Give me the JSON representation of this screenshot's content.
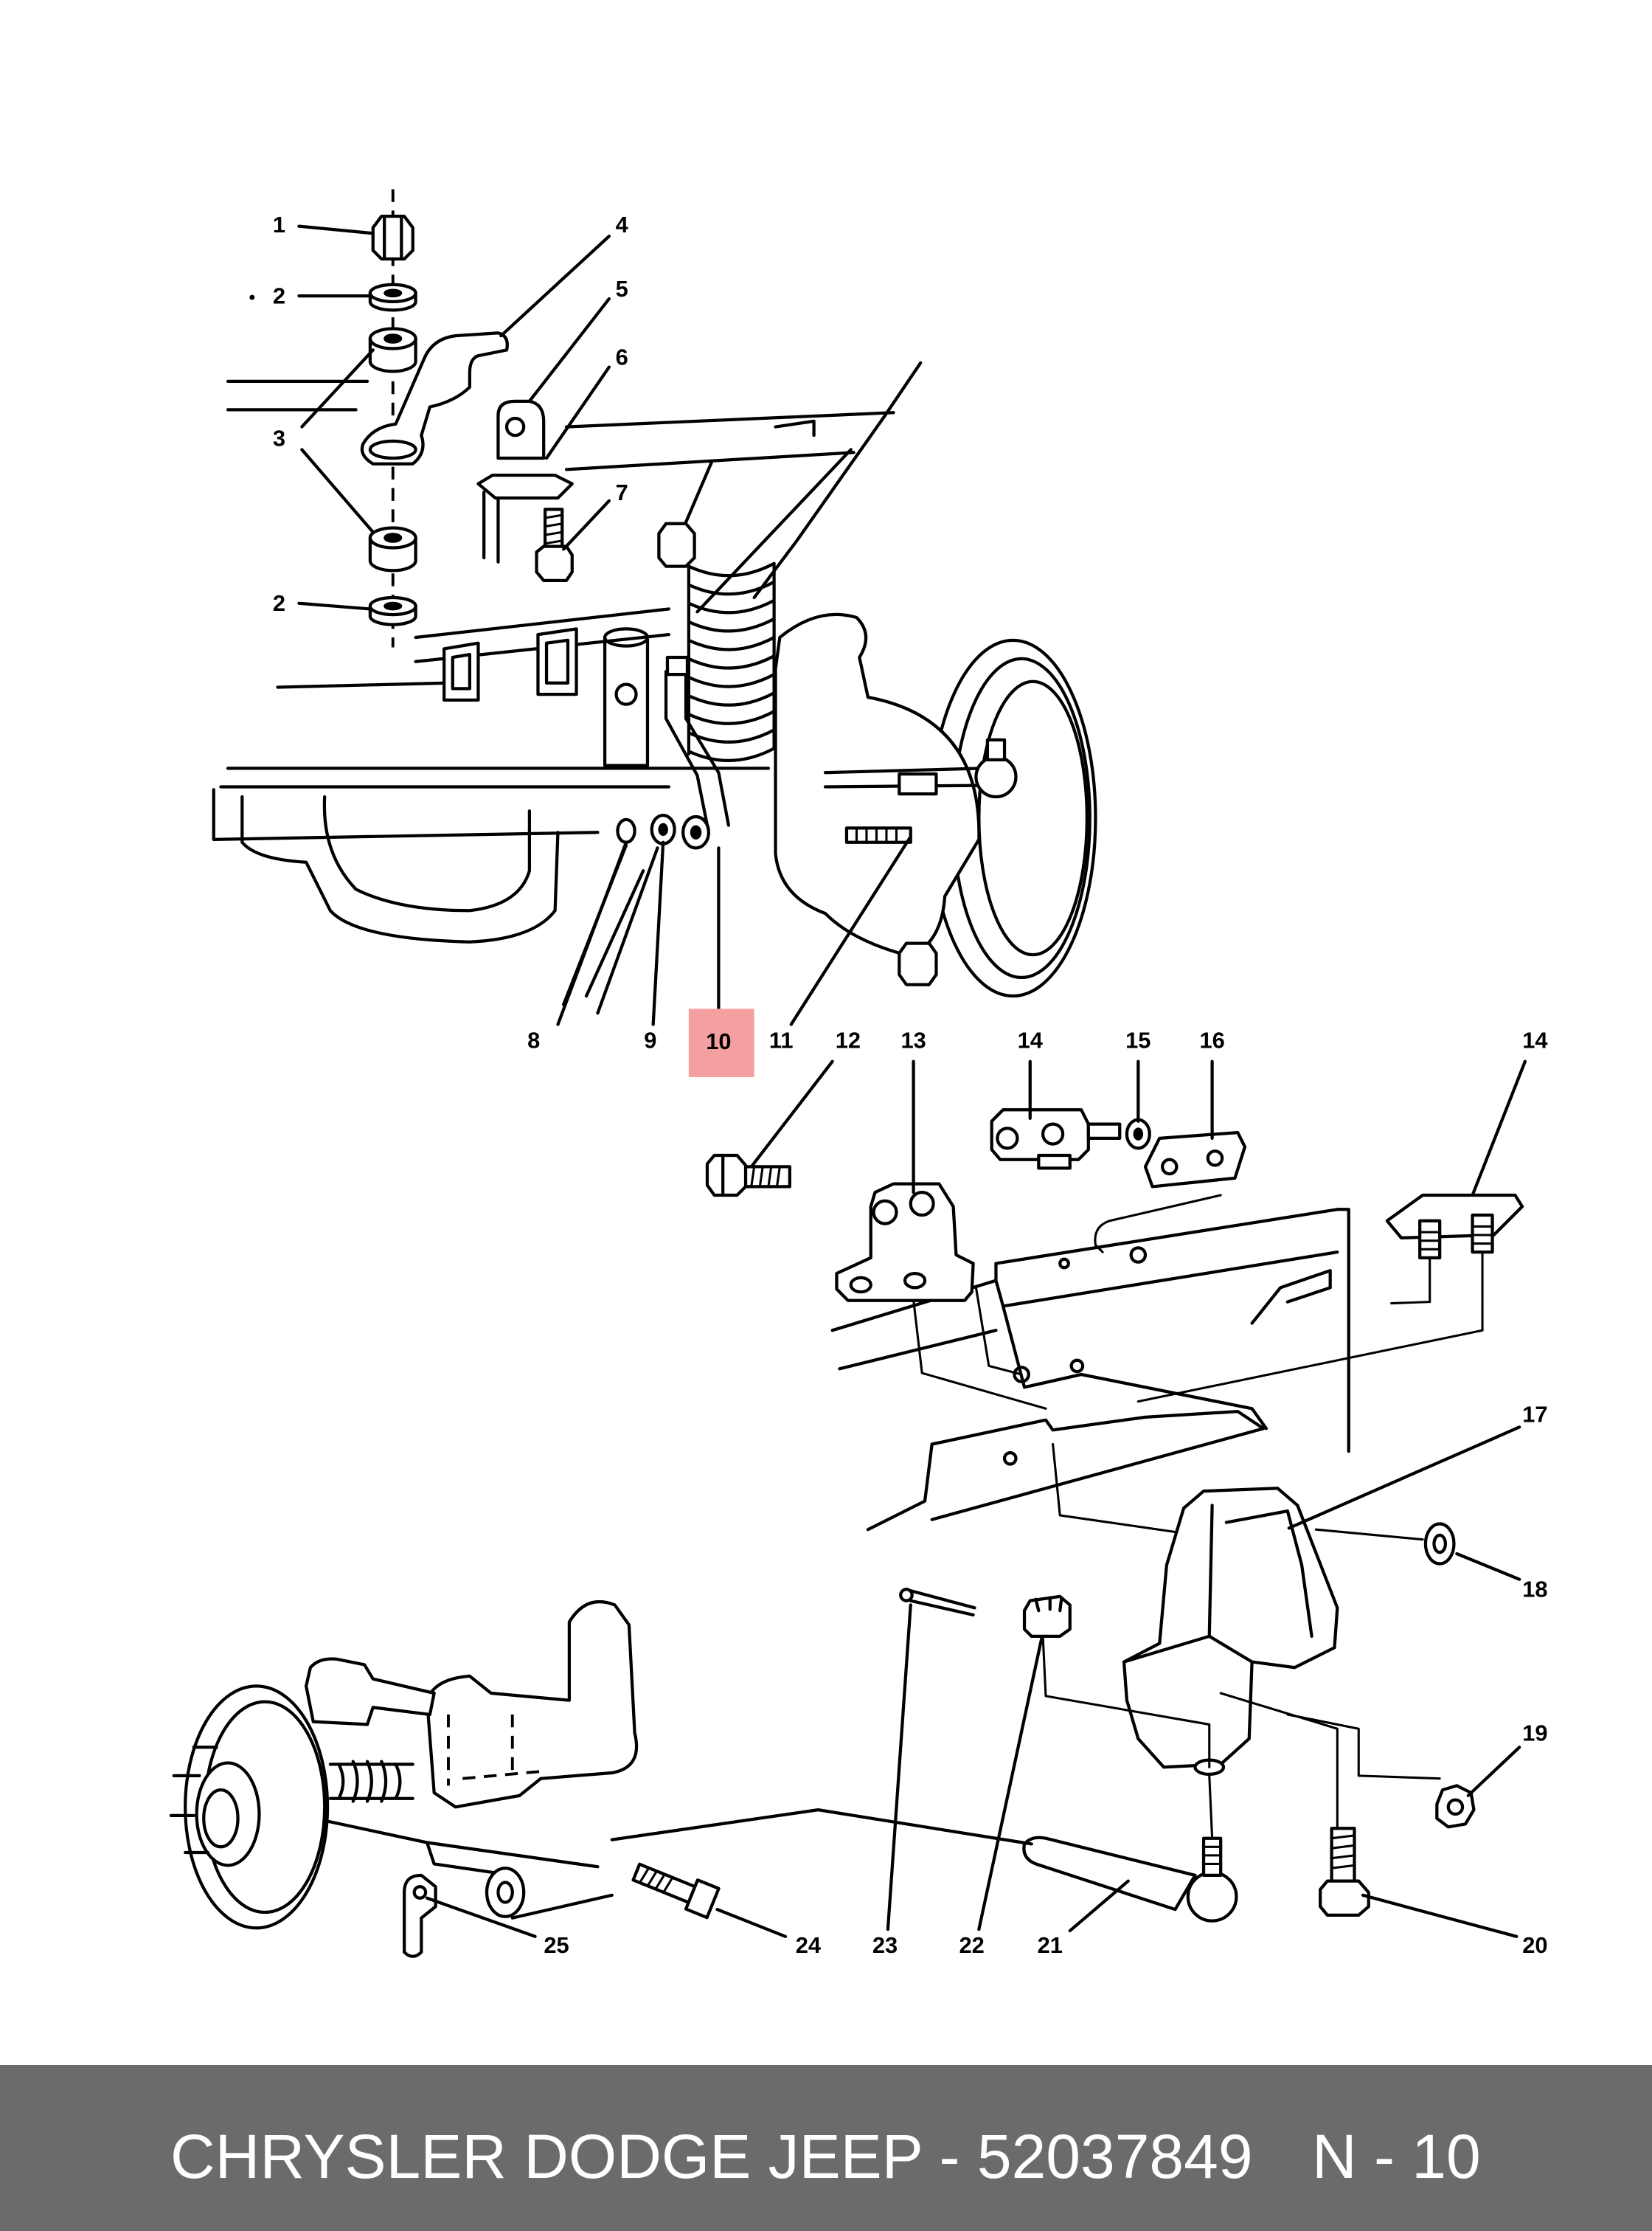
{
  "diagram": {
    "highlight_color": "#f4a0a0",
    "line_color": "#000000"
  },
  "callouts": [
    "1",
    "2",
    "2",
    "3",
    "4",
    "5",
    "6",
    "7",
    "8",
    "9",
    "10",
    "11",
    "12",
    "13",
    "14",
    "15",
    "16",
    "14",
    "17",
    "18",
    "19",
    "20",
    "21",
    "22",
    "23",
    "24",
    "25"
  ],
  "footer": {
    "title": "CHRYSLER DODGE JEEP - 52037849",
    "page": "N - 10",
    "background_color": "#6b6b6b",
    "text_color": "#ffffff"
  }
}
